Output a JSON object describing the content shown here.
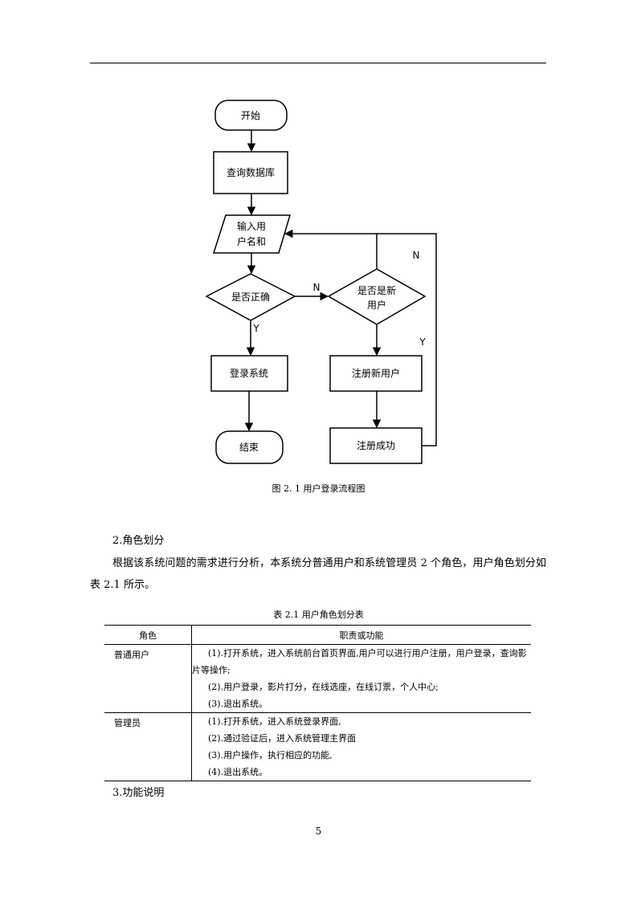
{
  "flowchart": {
    "start": "开始",
    "query_db": "查询数据库",
    "input_line1": "输入用",
    "input_line2": "户名和",
    "decision_correct": "是否正确",
    "decision_new_line1": "是否是新",
    "decision_new_line2": "用户",
    "login": "登录系统",
    "register_new": "注册新用户",
    "end": "结束",
    "register_success": "注册成功",
    "label_n_top": "N",
    "label_n_right": "N",
    "label_y_left": "Y",
    "label_y_right": "Y"
  },
  "figure_caption": "图 2. 1    用户登录流程图",
  "section2_heading": "2.角色划分",
  "section2_paragraph": "根据该系统问题的需求进行分析，本系统分普通用户和系统管理员 2 个角色，用户角色划分如表 2.1 所示。",
  "table": {
    "caption": "表 2.1  用户角色划分表",
    "headers": [
      "角色",
      "职责或功能"
    ],
    "rows": [
      {
        "role": "普通用户",
        "duties": [
          "(1).打开系统，进入系统前台首页界面,用户可以进行用户注册，用户登录，查询影片等操作;",
          "(2).用户登录，影片打分，在线选座，在线订票，个人中心;",
          "(3).退出系统。"
        ]
      },
      {
        "role": "管理员",
        "duties": [
          "(1).打开系统，进入系统登录界面,",
          "(2).通过验证后，进入系统管理主界面",
          "(3).用户操作，执行相应的功能,",
          "(4).退出系统。"
        ]
      }
    ]
  },
  "section3_heading": "3.功能说明",
  "page_number": "5"
}
